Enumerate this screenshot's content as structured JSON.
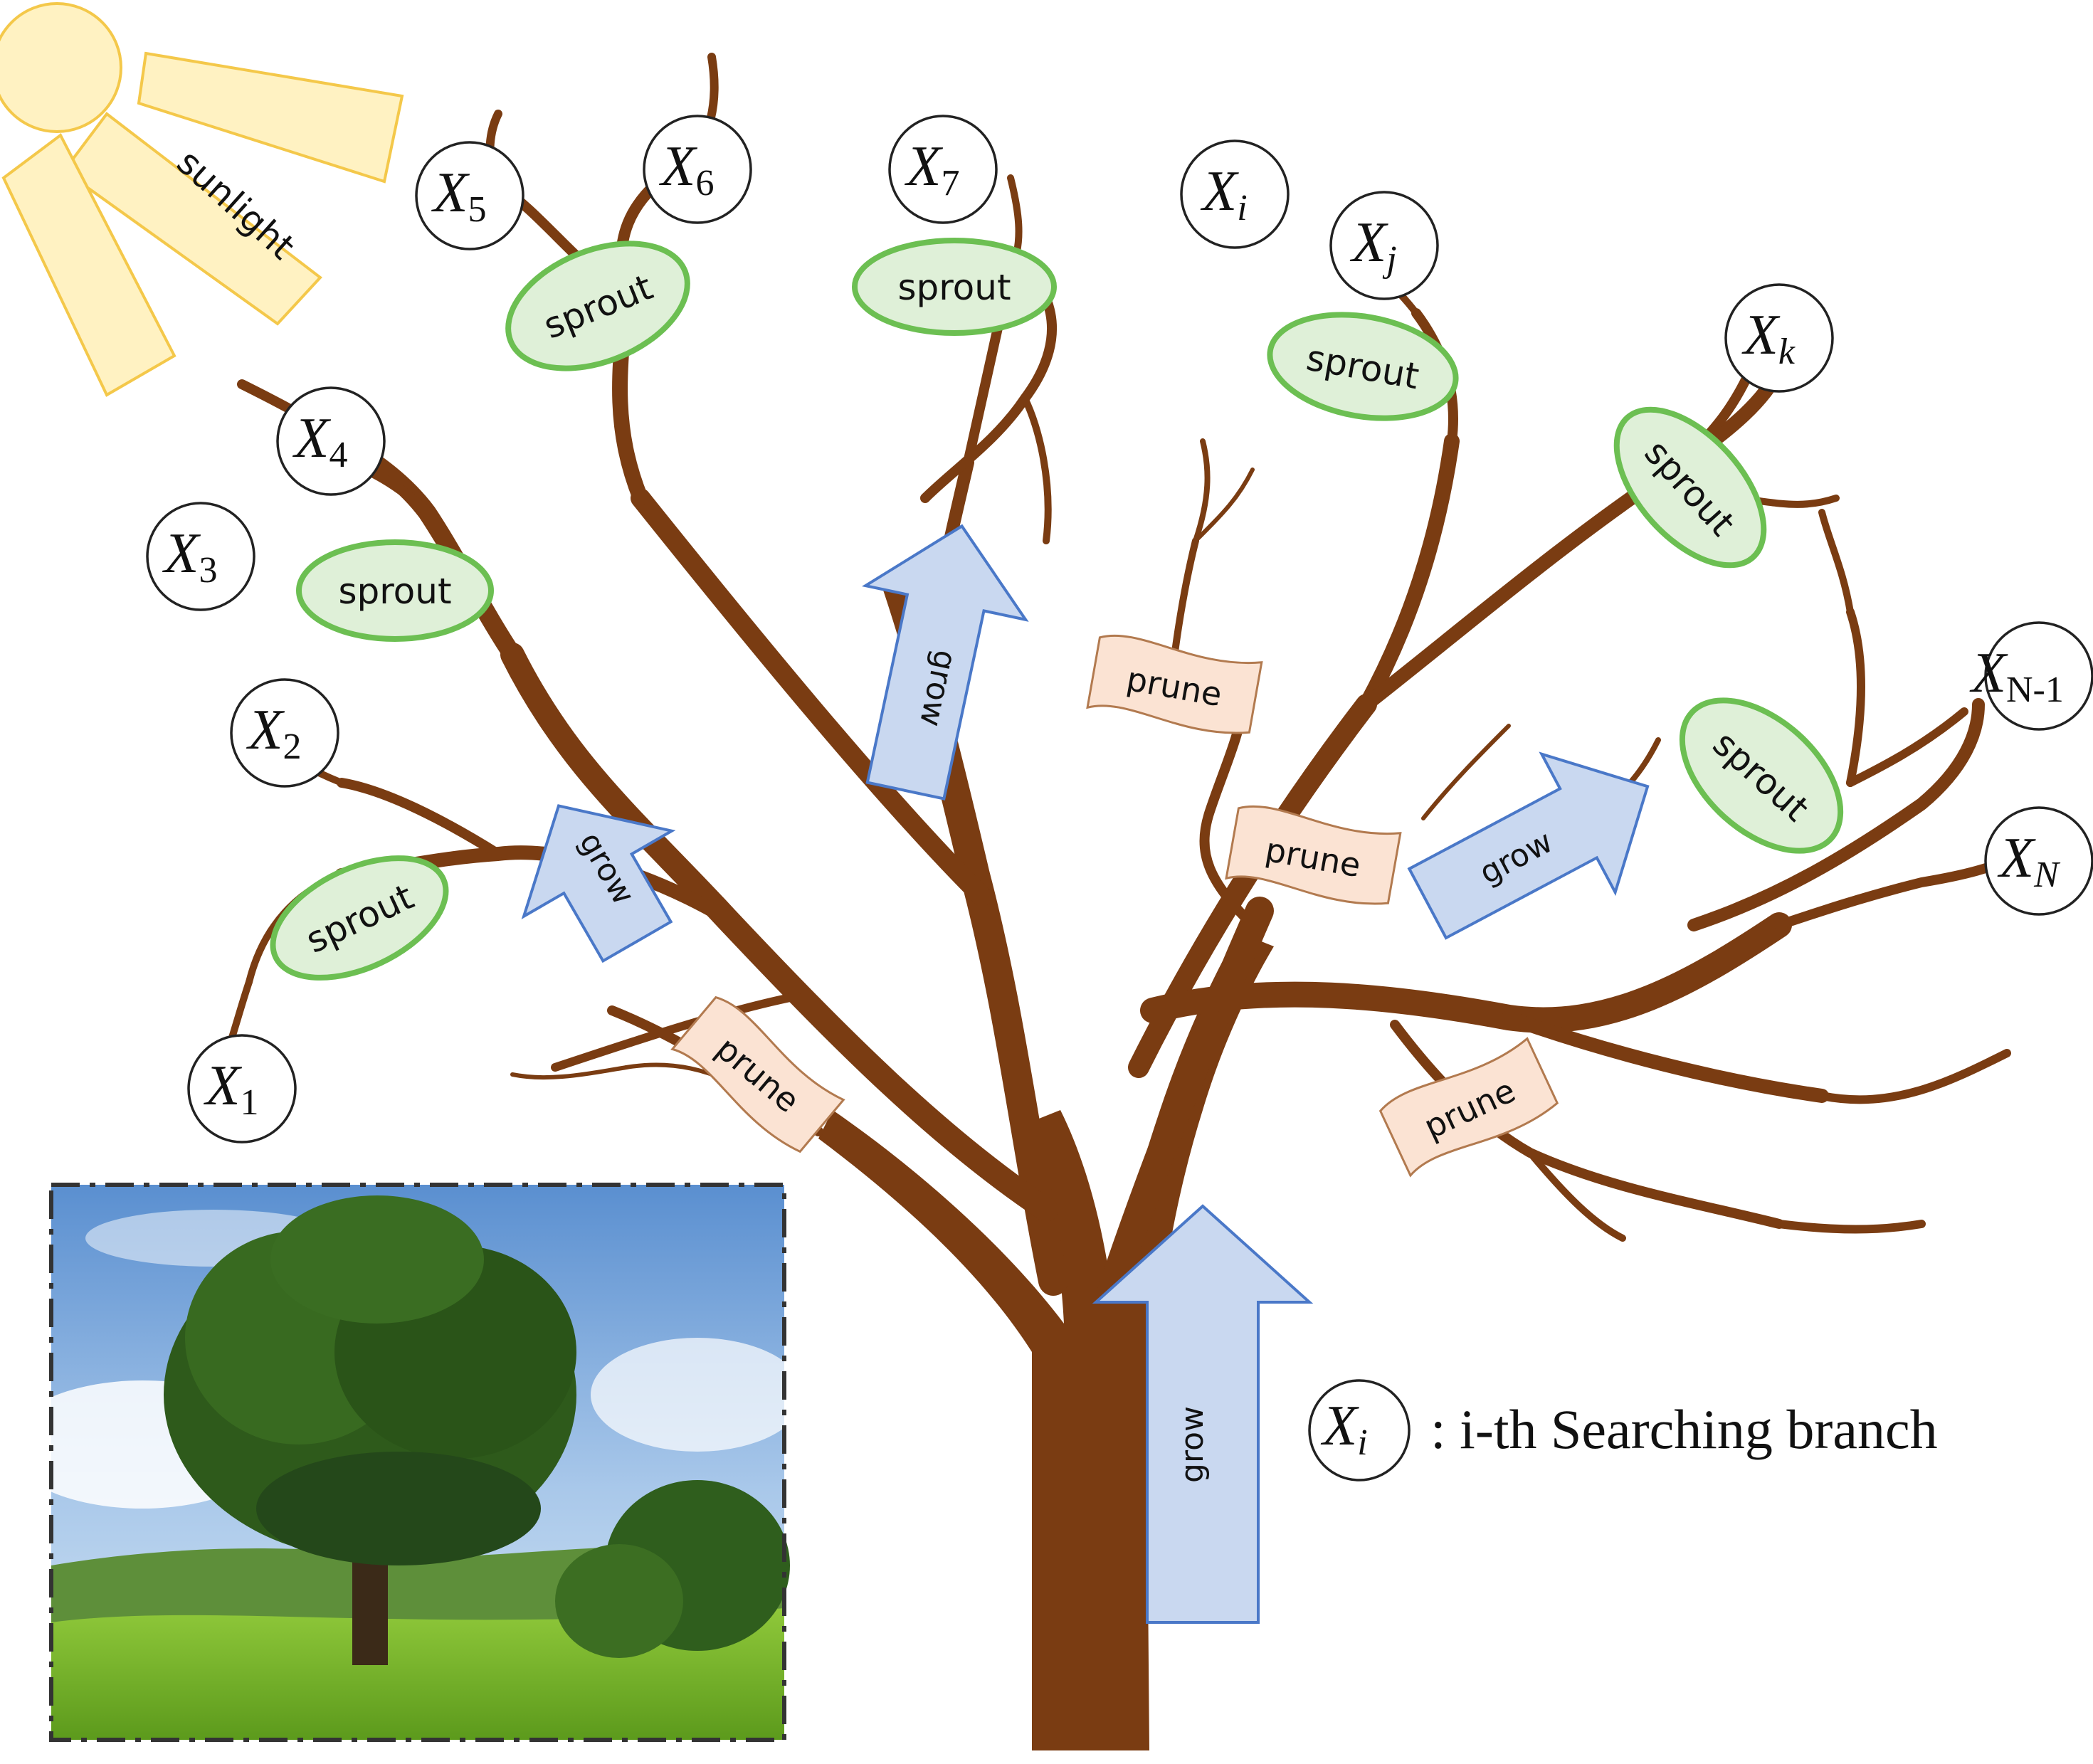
{
  "nodes": [
    {
      "id": "x1",
      "base": "X",
      "sub": "1"
    },
    {
      "id": "x2",
      "base": "X",
      "sub": "2"
    },
    {
      "id": "x3",
      "base": "X",
      "sub": "3"
    },
    {
      "id": "x4",
      "base": "X",
      "sub": "4"
    },
    {
      "id": "x5",
      "base": "X",
      "sub": "5"
    },
    {
      "id": "x6",
      "base": "X",
      "sub": "6"
    },
    {
      "id": "x7",
      "base": "X",
      "sub": "7"
    },
    {
      "id": "xi",
      "base": "X",
      "sub": "i"
    },
    {
      "id": "xj",
      "base": "X",
      "sub": "j"
    },
    {
      "id": "xk",
      "base": "X",
      "sub": "k"
    },
    {
      "id": "xn1",
      "base": "X",
      "sub": "N-1"
    },
    {
      "id": "xn",
      "base": "X",
      "sub": "N"
    }
  ],
  "labels": {
    "sprout": "sprout",
    "grow": "grow",
    "prune": "prune",
    "sunlight": "sunlight"
  },
  "legend": {
    "symbol_base": "X",
    "symbol_sub": "i",
    "text": ": i-th Searching branch"
  },
  "colors": {
    "trunk": "#7a3c12",
    "sprout_fill": "#dff0d8",
    "sprout_border": "#6cbf52",
    "grow_fill": "#c9d8f0",
    "grow_border": "#4a78c8",
    "prune_fill": "#fbe3d3",
    "sun_fill": "#fff2c2",
    "sun_border": "#f4c84a"
  },
  "photo": {
    "description_icon": "tree-photo-icon"
  }
}
